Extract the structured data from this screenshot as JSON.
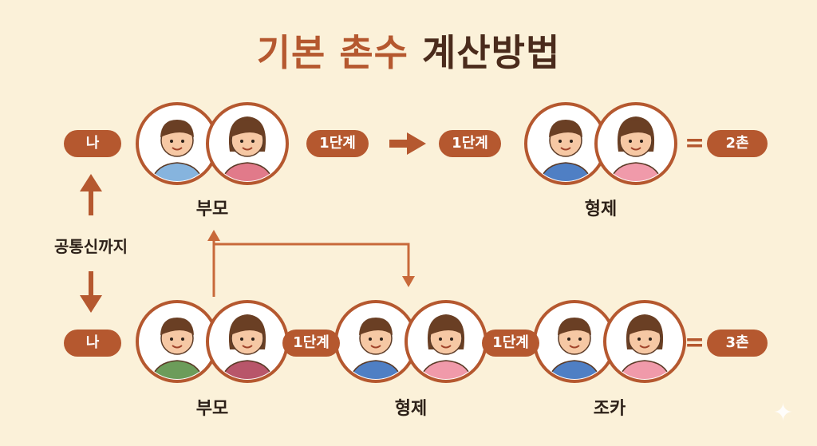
{
  "title": {
    "highlight": "기본 촌수",
    "rest": "계산방법"
  },
  "row1": {
    "me": "나",
    "group1_label": "부모",
    "step1": "1단계",
    "step2": "1단계",
    "group2_label": "형제",
    "equals": "=",
    "result": "2촌"
  },
  "side_label": "공통신까지",
  "row2": {
    "me": "나",
    "group1_label": "부모",
    "step1": "1단계",
    "group2_label": "형제",
    "step2": "1단계",
    "group3_label": "조카",
    "equals": "=",
    "result": "3촌"
  },
  "colors": {
    "accent": "#b5582f",
    "dark_text": "#4a2b1c",
    "background": "#fbf1d9",
    "skin": "#f6c8a4",
    "hair": "#6a3f24"
  },
  "icons": [
    "up-arrow-icon",
    "down-arrow-icon",
    "right-arrow-icon",
    "connector-arrow",
    "sparkle-icon"
  ]
}
